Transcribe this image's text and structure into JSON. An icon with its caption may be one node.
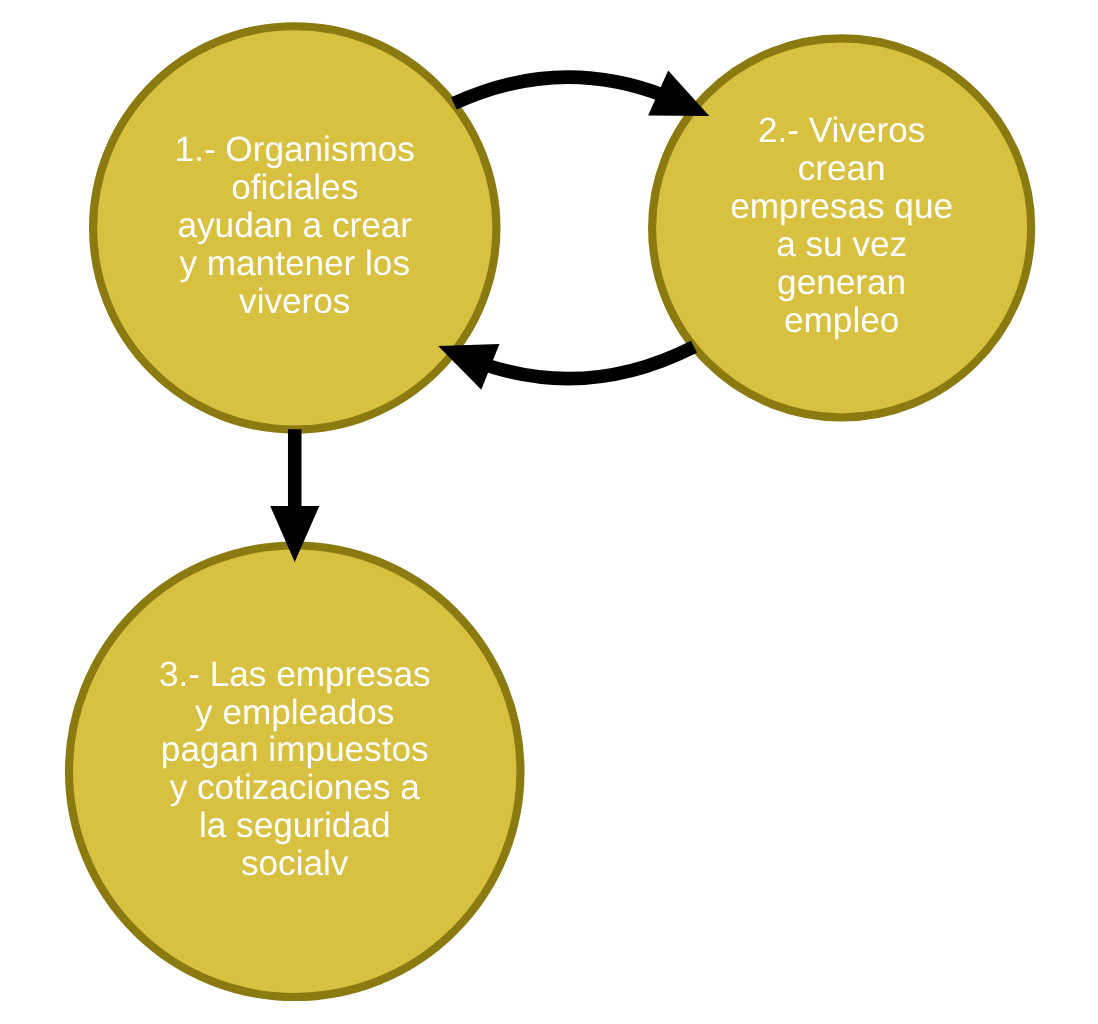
{
  "diagram": {
    "nodes": [
      {
        "text": [
          "1.- Organismos oficiales ayudan a crear y mantener los viveros"
        ]
      },
      {
        "text": [
          "2.- Viveros crean empresas que a su vez generan empleo"
        ]
      },
      {
        "text": [
          "3.- Las empresas y empleados pagan impuestos y cotizaciones a la seguridad socialv"
        ]
      }
    ],
    "edges": [
      {
        "from": 1,
        "to": 0,
        "arrow": "to"
      },
      {
        "from": 0,
        "to": 1,
        "arrow": "to"
      },
      {
        "from": 0,
        "to": 2,
        "arrow": "to"
      }
    ]
  }
}
